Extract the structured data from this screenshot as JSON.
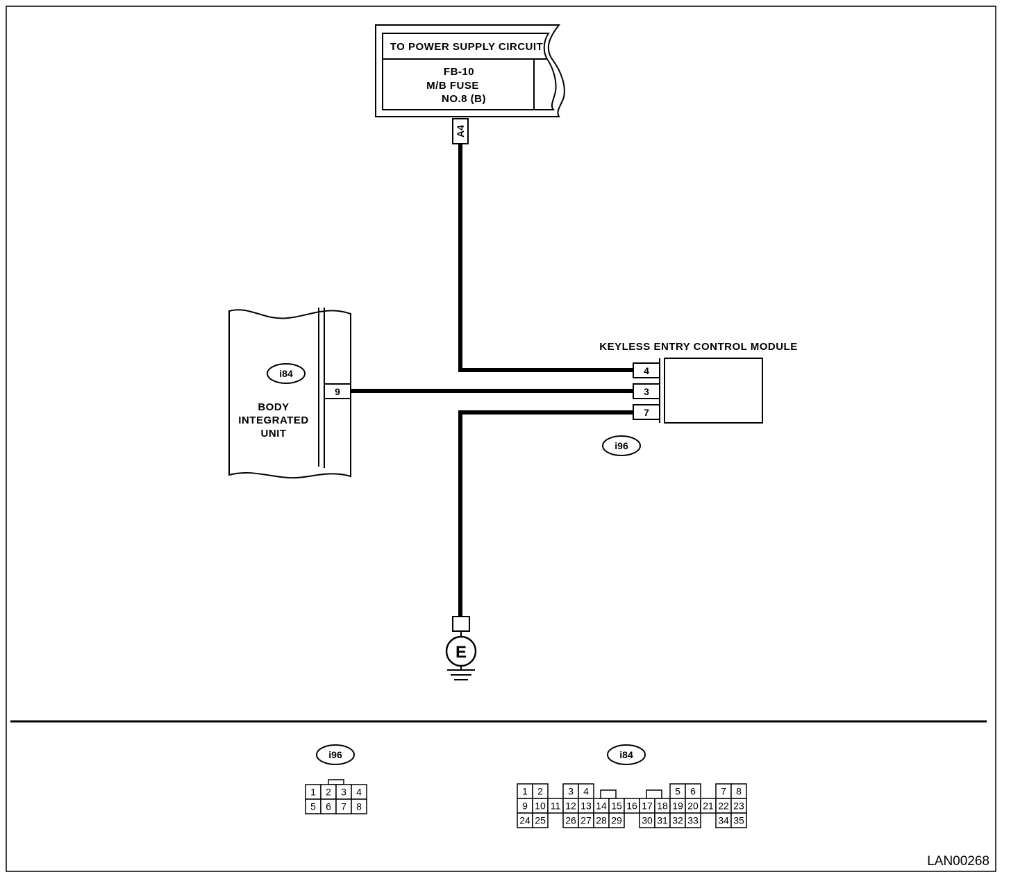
{
  "diagram": {
    "drawing_id": "LAN00268",
    "power_supply": {
      "title": "TO POWER SUPPLY CIRCUIT",
      "fuse_lines": [
        "FB-10",
        "M/B FUSE",
        "NO.8 (B)"
      ],
      "terminal": "A4"
    },
    "body_integrated_unit": {
      "connector": "i84",
      "label_lines": [
        "BODY",
        "INTEGRATED",
        "UNIT"
      ],
      "pin": "9"
    },
    "keyless_module": {
      "title": "KEYLESS ENTRY CONTROL MODULE",
      "connector": "i96",
      "pins": [
        "4",
        "3",
        "7"
      ]
    },
    "ground": {
      "symbol": "E"
    },
    "connector_views": {
      "i96": {
        "label": "i96",
        "rows": [
          [
            "1",
            "2",
            "3",
            "4"
          ],
          [
            "5",
            "6",
            "7",
            "8"
          ]
        ]
      },
      "i84": {
        "label": "i84",
        "row1": [
          "1",
          "2",
          "3",
          "4",
          "5",
          "6",
          "7",
          "8"
        ],
        "row2": [
          "9",
          "10",
          "11",
          "12",
          "13",
          "14",
          "15",
          "16",
          "17",
          "18",
          "19",
          "20",
          "21",
          "22",
          "23"
        ],
        "row3": [
          "24",
          "25",
          "26",
          "27",
          "28",
          "29",
          "30",
          "31",
          "32",
          "33",
          "34",
          "35"
        ]
      }
    }
  }
}
